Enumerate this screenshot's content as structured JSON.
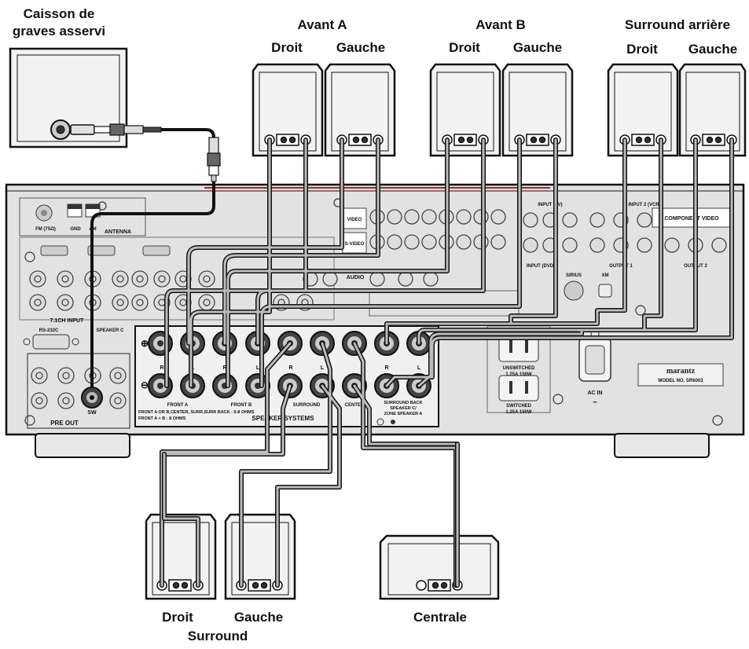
{
  "labels": {
    "subwoofer_line1": "Caisson de",
    "subwoofer_line2": "graves asservi",
    "front_a": "Avant A",
    "front_b": "Avant B",
    "surround_back": "Surround arrière",
    "right": "Droit",
    "left": "Gauche",
    "center": "Centrale",
    "surround": "Surround"
  },
  "panel": {
    "front_a": "FRONT A",
    "front_b": "FRONT B",
    "surround": "SURROUND",
    "center": "CENTER",
    "surround_back_line1": "SURROUND BACK",
    "surround_back_line2": "SPEAKER C/",
    "surround_back_line3": "ZONE SPEAKER A",
    "impedance_line1": "FRONT A OR B,CENTER, SURR,SURR BACK : 6-8 OHMS",
    "impedance_line2": "FRONT A + B : 8 OHMS",
    "speaker_systems": "SPEAKER SYSTEMS",
    "pre_out": "PRE OUT",
    "sw": "SW",
    "r": "R",
    "l": "L",
    "antenna": "ANTENNA",
    "fm": "FM (75Ω)",
    "gnd": "GND",
    "am": "AM",
    "rs232c": "RS-232C",
    "speaker_c": "SPEAKER C",
    "input_7ch": "7.1CH INPUT",
    "video": "VIDEO",
    "svideo": "S-VIDEO",
    "audio": "AUDIO",
    "component_video": "COMPONENT VIDEO",
    "input_tv": "INPUT (TV)",
    "input_vcr": "INPUT 2 (VCR)",
    "input_dvd": "INPUT (DVD)",
    "output1": "OUTPUT 1",
    "output2": "OUTPUT 2",
    "sirius": "SIRIUS",
    "xm": "XM",
    "ac_in": "AC IN",
    "unswitched": "UNSWITCHED",
    "switched": "SWITCHED",
    "power_rating": "1.25A 150W",
    "brand": "marantz",
    "model": "MODEL NO. SR6003"
  },
  "colors": {
    "outline": "#111111",
    "panel": "#e2e2e2",
    "speaker": "#f2f2f2",
    "cable": "#777777"
  }
}
